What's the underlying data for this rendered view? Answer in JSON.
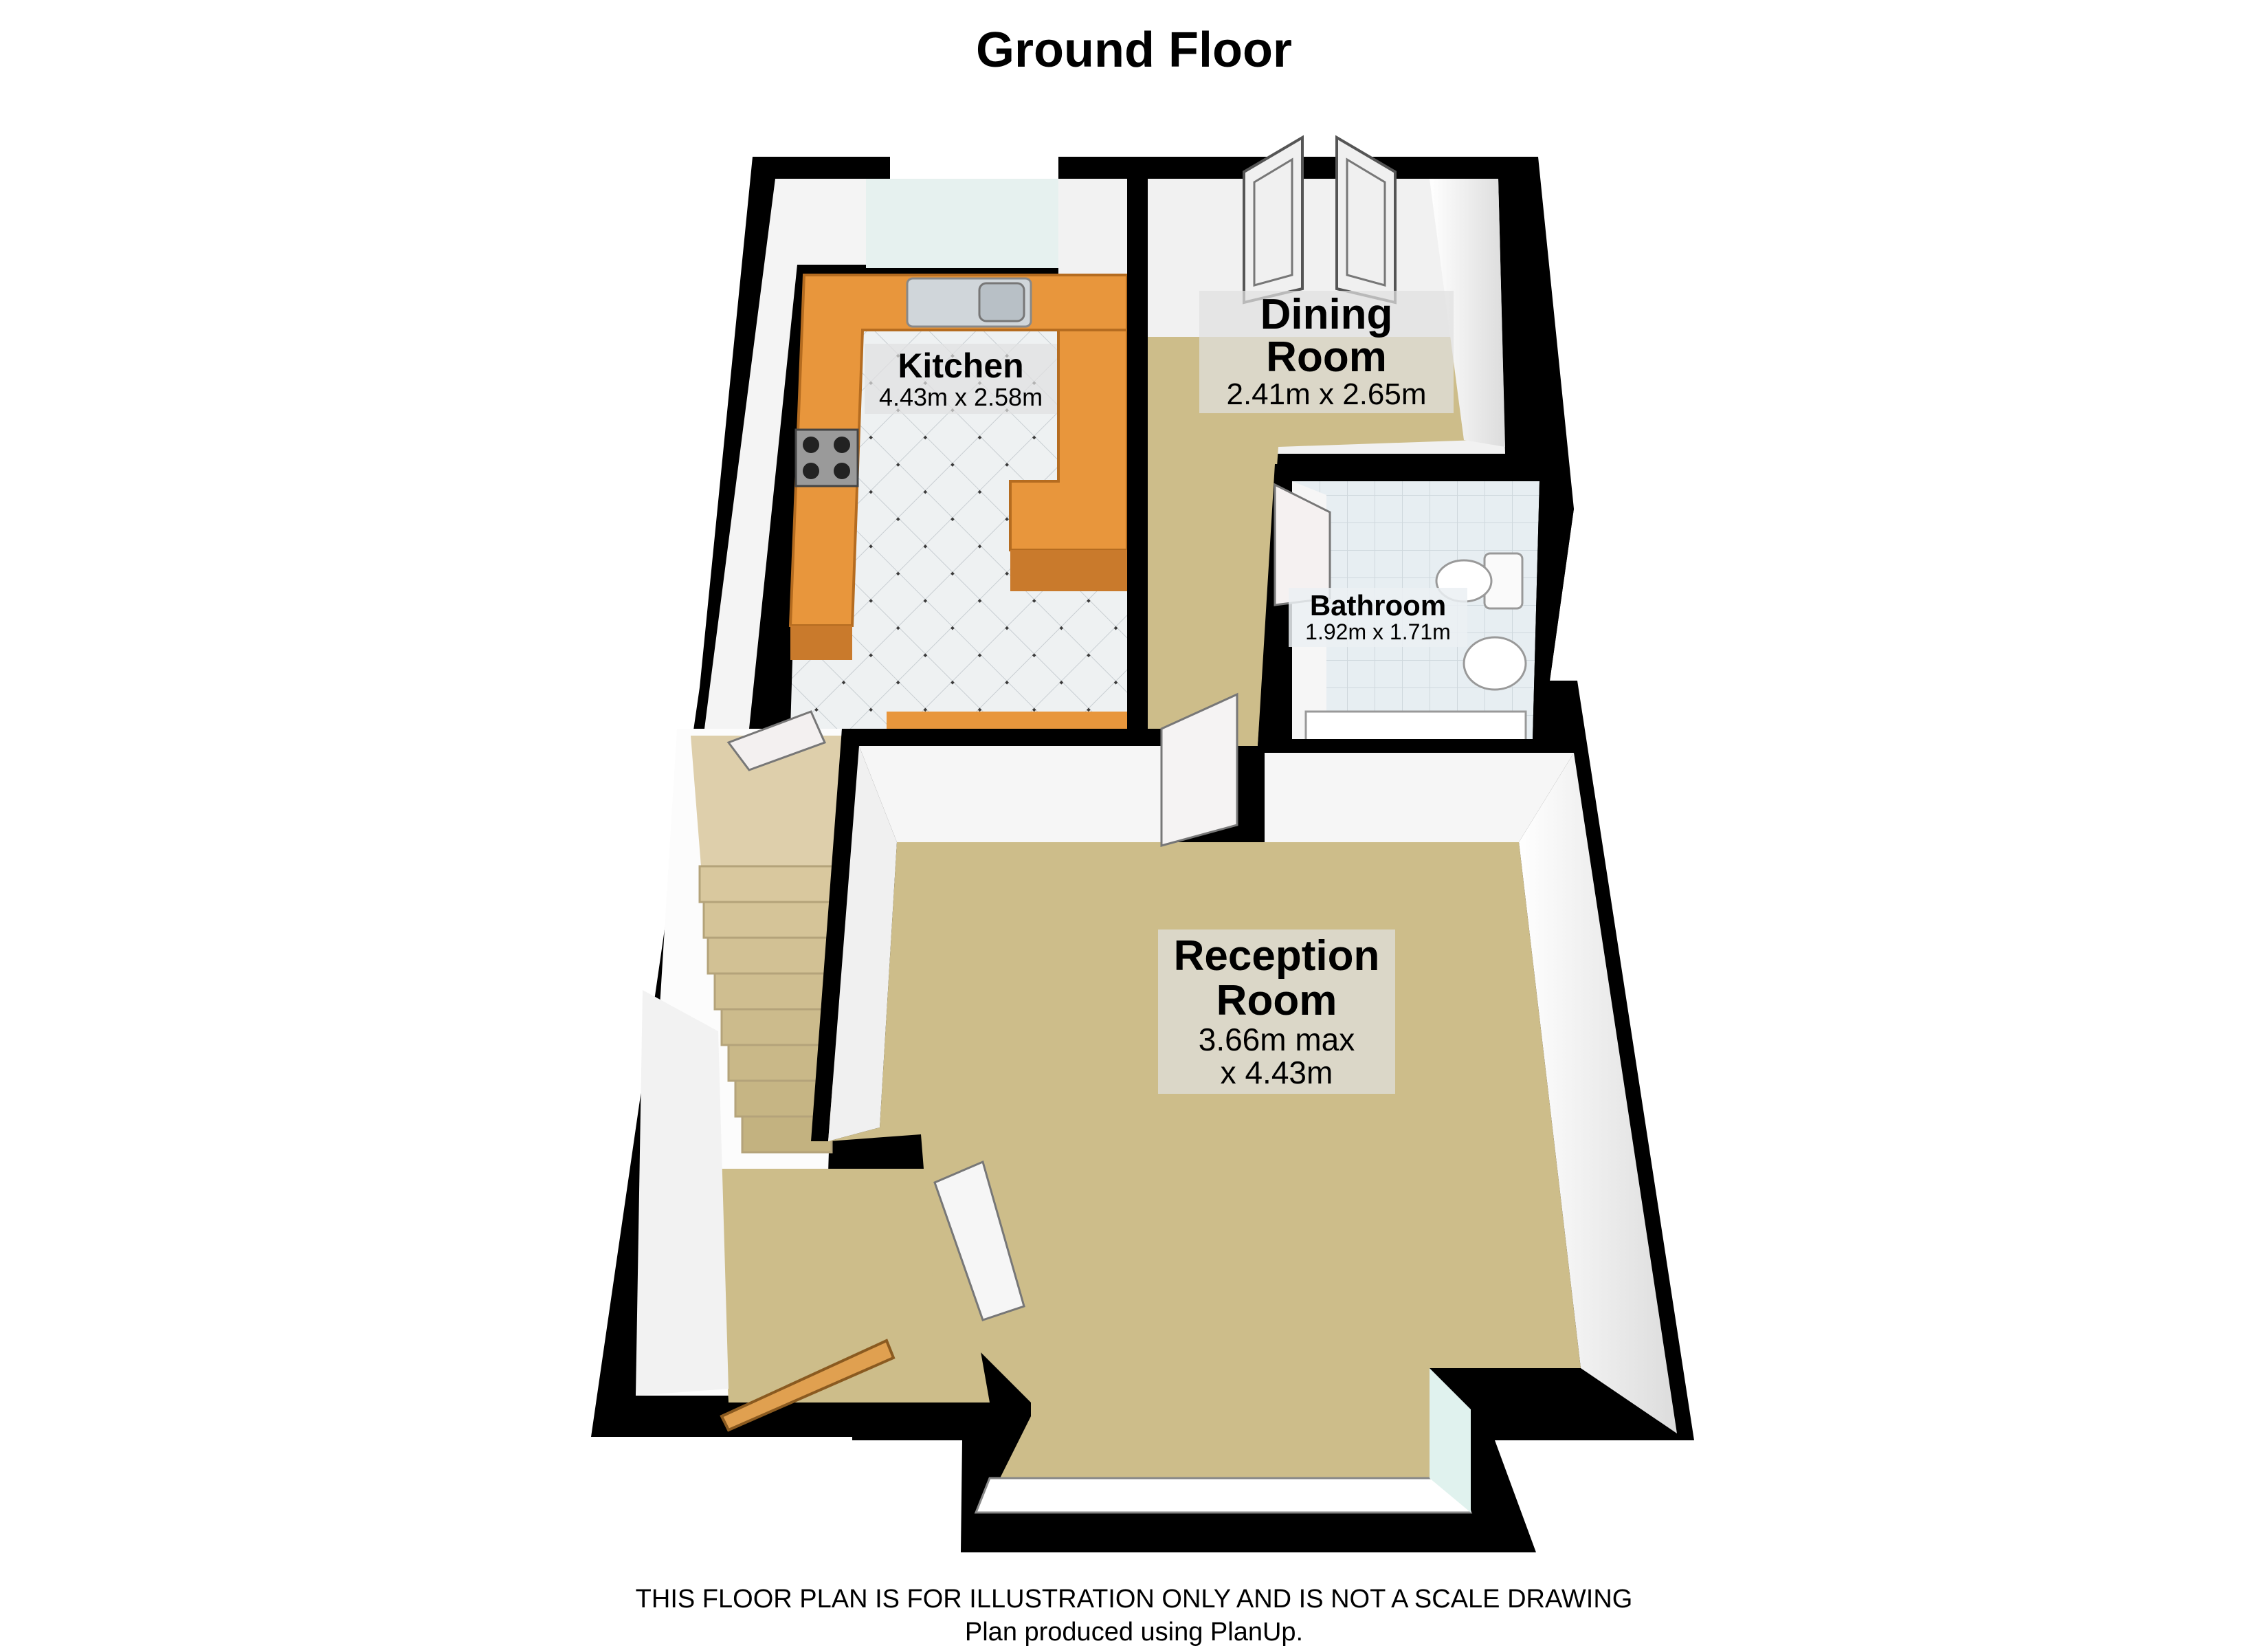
{
  "plan": {
    "title": "Ground Floor",
    "rooms": [
      {
        "name": "Kitchen",
        "dimensions": "4.43m x 2.58m"
      },
      {
        "name": "Dining Room",
        "dimensions": "2.41m x 2.65m"
      },
      {
        "name": "Bathroom",
        "dimensions": "1.92m x 1.71m"
      },
      {
        "name": "Reception Room",
        "dimensions": "3.66m max x 4.43m"
      }
    ]
  },
  "footer": {
    "disclaimer": "THIS FLOOR PLAN IS FOR ILLUSTRATION ONLY AND IS NOT A SCALE DRAWING",
    "credit": "Plan produced using PlanUp."
  },
  "colors": {
    "wall": "#000000",
    "wall_face": "#ffffff",
    "carpet": "#cdbd8a",
    "worktop": "#e8963c",
    "kitchen_floor": "#eaeef0",
    "bath_tile": "#e6eff3",
    "stairs": "#d8c79c"
  }
}
